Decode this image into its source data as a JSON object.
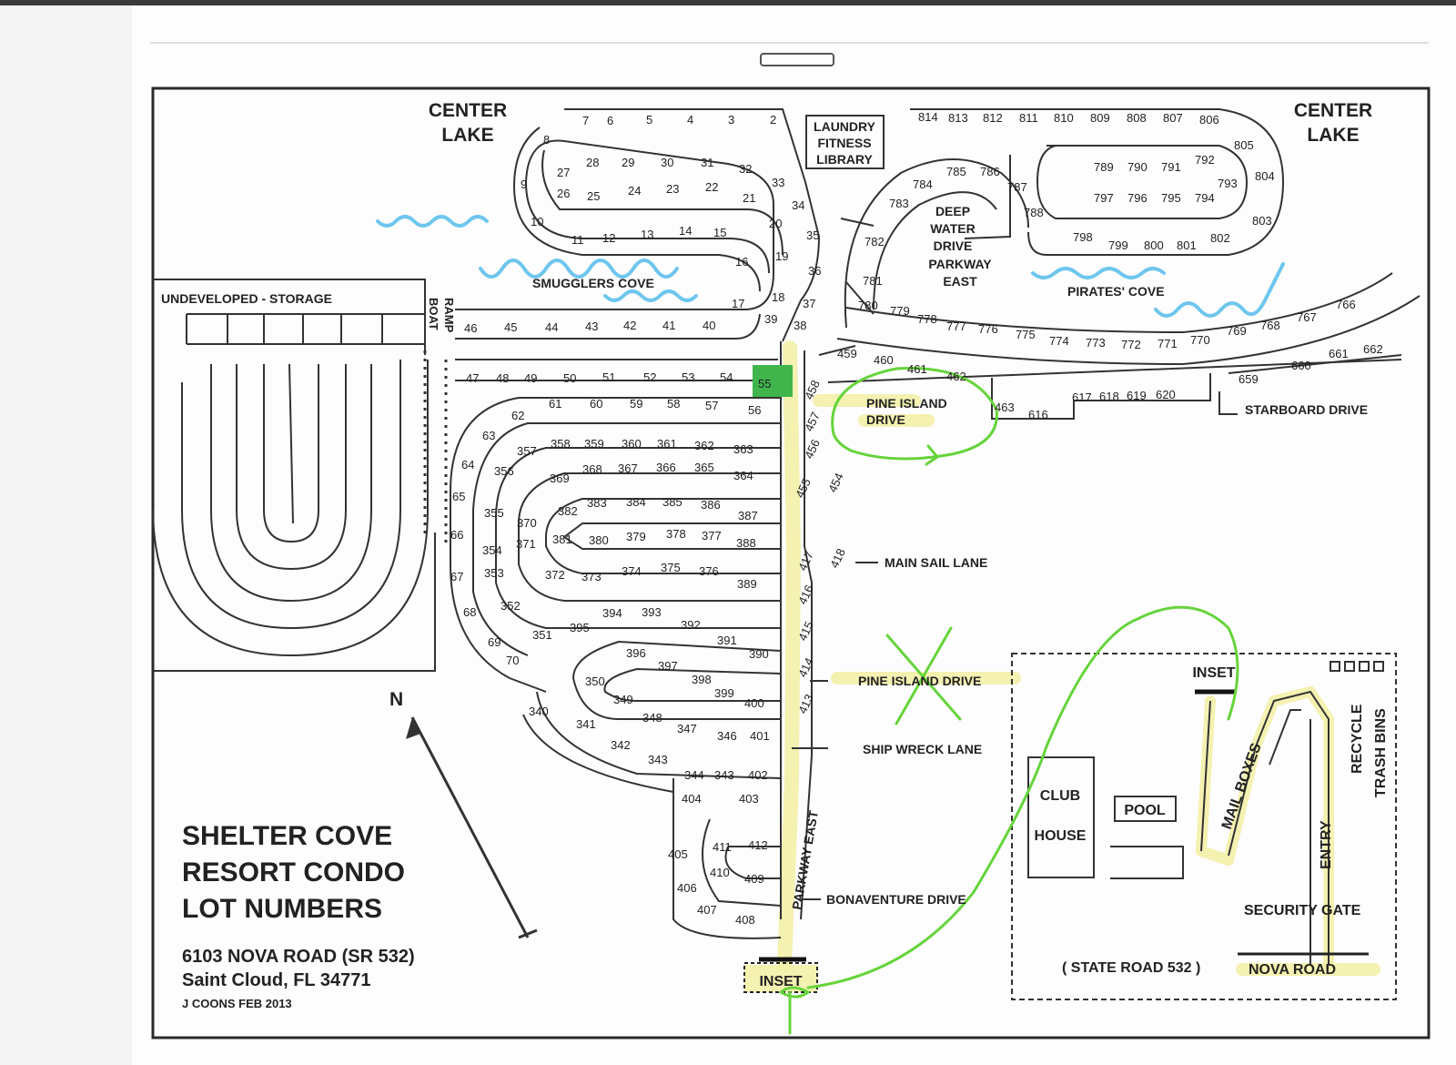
{
  "title": {
    "lines": [
      "SHELTER COVE",
      "RESORT CONDO",
      "LOT NUMBERS"
    ],
    "address_line1": "6103 NOVA ROAD (SR 532)",
    "address_line2": "Saint Cloud, FL 34771",
    "credit": "J COONS   FEB 2013"
  },
  "north_label": "N",
  "areas": {
    "center_lake_left": [
      "CENTER",
      "LAKE"
    ],
    "center_lake_right": [
      "CENTER",
      "LAKE"
    ],
    "amenity_box": [
      "LAUNDRY",
      "FITNESS",
      "LIBRARY"
    ],
    "undeveloped": "UNDEVELOPED    -    STORAGE",
    "boat_ramp": [
      "BOAT",
      "RAMP"
    ],
    "smugglers_cove": "SMUGGLERS COVE",
    "pirates_cove": "PIRATES' COVE",
    "deep_water": [
      "DEEP",
      "WATER",
      "DRIVE"
    ],
    "parkway_east_top": [
      "PARKWAY",
      "EAST"
    ],
    "parkway_east_vertical": "PARKWAY EAST"
  },
  "streets": {
    "pine_island_upper": [
      "PINE ISLAND",
      "DRIVE"
    ],
    "starboard": "STARBOARD DRIVE",
    "main_sail": "MAIN SAIL LANE",
    "pine_island_lower": "PINE ISLAND DRIVE",
    "ship_wreck": "SHIP WRECK LANE",
    "bonaventure": "BONAVENTURE DRIVE"
  },
  "inset": {
    "label": "INSET",
    "bottom_label": "INSET",
    "club_house": [
      "CLUB",
      "HOUSE"
    ],
    "pool": "POOL",
    "mail_boxes": "MAIL BOXES",
    "entry": "ENTRY",
    "recycle": [
      "RECYCLE",
      "TRASH BINS"
    ],
    "security_gate": "SECURITY GATE",
    "state_road": "( STATE ROAD 532 )",
    "nova_road": "NOVA ROAD"
  },
  "lots": {
    "top_loop_outer": [
      "7",
      "6",
      "5",
      "4",
      "3",
      "2",
      "8",
      "9",
      "10"
    ],
    "top_loop_inner": [
      "27",
      "28",
      "29",
      "30",
      "31",
      "32",
      "33",
      "26",
      "25",
      "24",
      "23",
      "22",
      "21",
      "34",
      "20",
      "35",
      "11",
      "12",
      "13",
      "14",
      "15",
      "16",
      "19",
      "36",
      "17",
      "18",
      "37",
      "39",
      "38"
    ],
    "row_40s": [
      "46",
      "45",
      "44",
      "43",
      "42",
      "41",
      "40"
    ],
    "row_50s": [
      "47",
      "48",
      "49",
      "50",
      "51",
      "52",
      "53",
      "54",
      "55"
    ],
    "loop_60s": [
      "61",
      "60",
      "59",
      "58",
      "57",
      "56",
      "62",
      "63",
      "64",
      "65",
      "66",
      "67",
      "68",
      "69",
      "70"
    ],
    "loop_350s": [
      "357",
      "358",
      "359",
      "360",
      "361",
      "362",
      "363",
      "356",
      "369",
      "368",
      "367",
      "366",
      "365",
      "364",
      "355",
      "370",
      "382",
      "383",
      "384",
      "385",
      "386",
      "387",
      "371",
      "381",
      "380",
      "379",
      "378",
      "377",
      "388",
      "354",
      "353",
      "372",
      "373",
      "374",
      "375",
      "376",
      "389",
      "352",
      "351",
      "395",
      "394",
      "393",
      "392",
      "391",
      "390"
    ],
    "loop_396s": [
      "396",
      "397",
      "398",
      "399",
      "400",
      "350",
      "349",
      "348",
      "347",
      "346",
      "401",
      "340",
      "341",
      "342",
      "343",
      "344",
      "343b",
      "402",
      "404",
      "403",
      "405",
      "411",
      "412",
      "410",
      "409",
      "406",
      "407",
      "408"
    ],
    "parkway_side": [
      "459",
      "460",
      "461",
      "462",
      "458",
      "457",
      "456",
      "455",
      "454",
      "418",
      "417",
      "416",
      "415",
      "414",
      "413",
      "463",
      "616"
    ],
    "starboard_row": [
      "617",
      "618",
      "619",
      "620",
      "659",
      "660",
      "661",
      "662"
    ],
    "east_row": [
      "780",
      "779",
      "778",
      "777",
      "776",
      "775",
      "774",
      "773",
      "772",
      "771",
      "770",
      "769",
      "768",
      "767",
      "766"
    ],
    "east_top": [
      "814",
      "813",
      "812",
      "811",
      "810",
      "809",
      "808",
      "807",
      "806",
      "805",
      "804",
      "803",
      "802",
      "801",
      "800",
      "799",
      "798",
      "789",
      "790",
      "791",
      "792",
      "793",
      "797",
      "796",
      "795",
      "794",
      "788",
      "787",
      "786",
      "785",
      "784",
      "783",
      "782",
      "781"
    ]
  },
  "colors": {
    "highlight": "#f3f0a8",
    "marker_green": "#66d43c",
    "water_blue": "#6ec6ee",
    "lot_55": "#3fb54b",
    "ink": "#2a2a2a"
  }
}
